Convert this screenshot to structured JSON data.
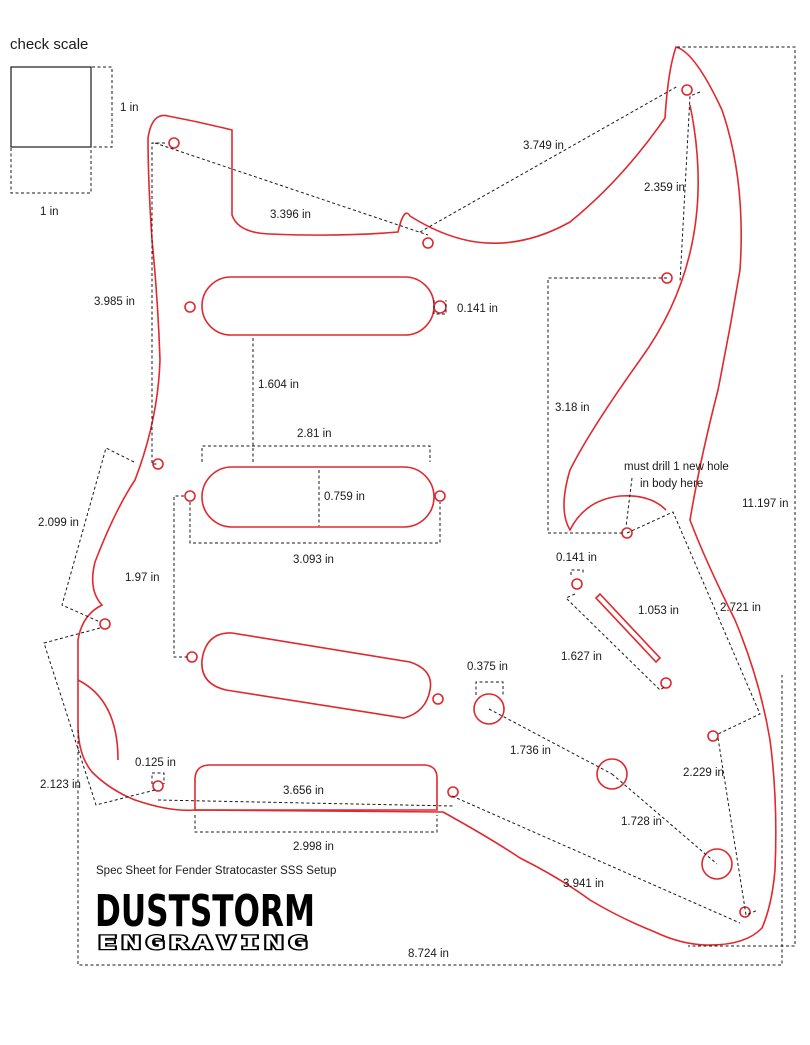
{
  "header": {
    "check_scale": "check scale"
  },
  "check_square": {
    "height_label": "1 in",
    "width_label": "1 in"
  },
  "dimensions": {
    "top_left_to_notch": "3.396 in",
    "notch_to_horn": "3.749 in",
    "horn_to_right_screw": "2.359 in",
    "right_vertical": "3.18 in",
    "overall_height": "11.197 in",
    "overall_width": "8.724 in",
    "left_upper": "3.985 in",
    "left_side": "2.099 in",
    "left_lower": "2.123 in",
    "pickup_gap": "1.604 in",
    "pickup_width": "2.81 in",
    "pickup_height": "0.759 in",
    "pickup_screw_span": "3.093 in",
    "screw_hole_diam": "0.141 in",
    "middle_to_bridge_screw": "1.97 in",
    "switch_screw_diam": "0.141 in",
    "switch_slot_length": "1.053 in",
    "switch_screw_span": "1.627 in",
    "switch_to_lower_right": "2.721 in",
    "pot_diameter": "0.375 in",
    "pot1_to_pot2": "1.736 in",
    "pot2_to_pot3": "1.728 in",
    "lower_right_span": "2.229 in",
    "bottom_right": "3.941 in",
    "cavity_inner_width": "3.656 in",
    "cavity_width": "2.998 in",
    "small_hole": "0.125 in"
  },
  "annotation": {
    "line1": "must drill 1 new hole",
    "line2": "in body here"
  },
  "spec_title": "Spec Sheet for Fender Stratocaster SSS Setup",
  "logo": {
    "top": "DUSTSTORM",
    "bottom": "ENGRAVING"
  },
  "colors": {
    "outline": "#e0282e",
    "dimension": "#1a1a1a"
  }
}
